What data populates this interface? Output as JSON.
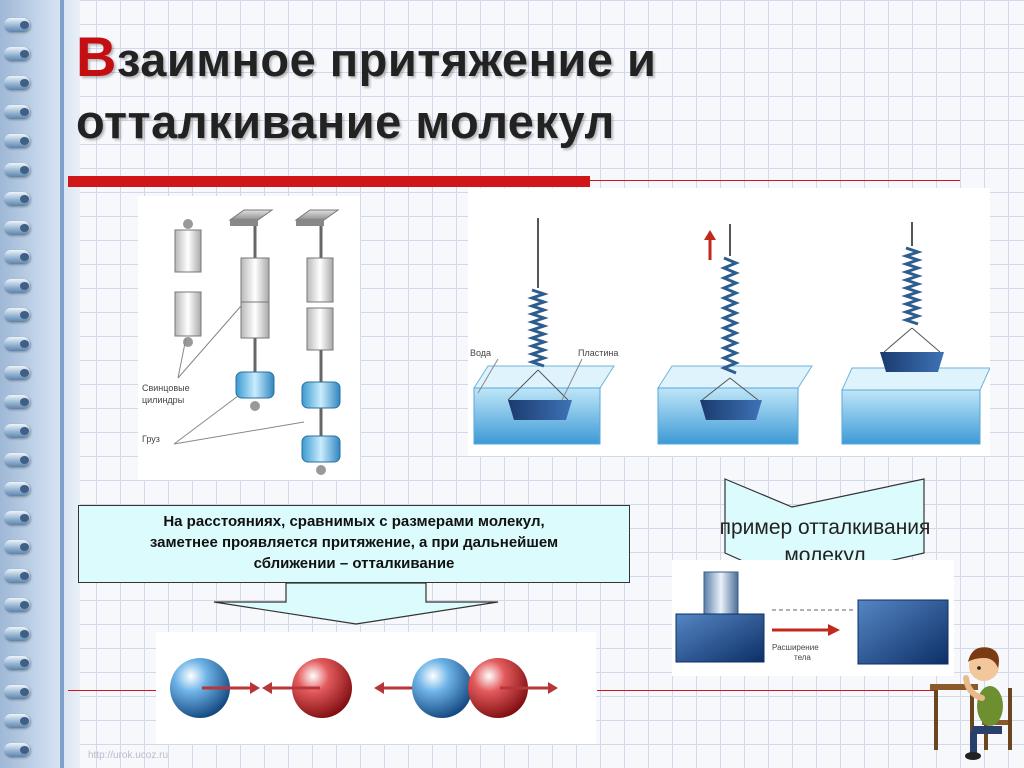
{
  "title": {
    "cap": "В",
    "line1": "заимное притяжение  и",
    "line2": "отталкивание молекул"
  },
  "cylinders_diagram": {
    "label_cylinders_1": "Свинцовые",
    "label_cylinders_2": "цилиндры",
    "label_weight": "Груз"
  },
  "spring_diagram": {
    "label_water": "Вода",
    "label_plate": "Пластина"
  },
  "note": {
    "line1": "На расстояниях, сравнимых с размерами молекул,",
    "line2": "заметнее проявляется притяжение, а при дальнейшем",
    "line3": "сближении – отталкивание"
  },
  "example": {
    "line1": "пример отталкивания",
    "line2": "молекул",
    "expansion_label_1": "Расширение",
    "expansion_label_2": "тела"
  },
  "footer": {
    "url": "http://urok.ucoz.ru"
  },
  "colors": {
    "accent_red": "#d01619",
    "note_bg": "#dcfbfc",
    "molecule_blue": "#2f74b5",
    "molecule_red": "#c7161b"
  }
}
